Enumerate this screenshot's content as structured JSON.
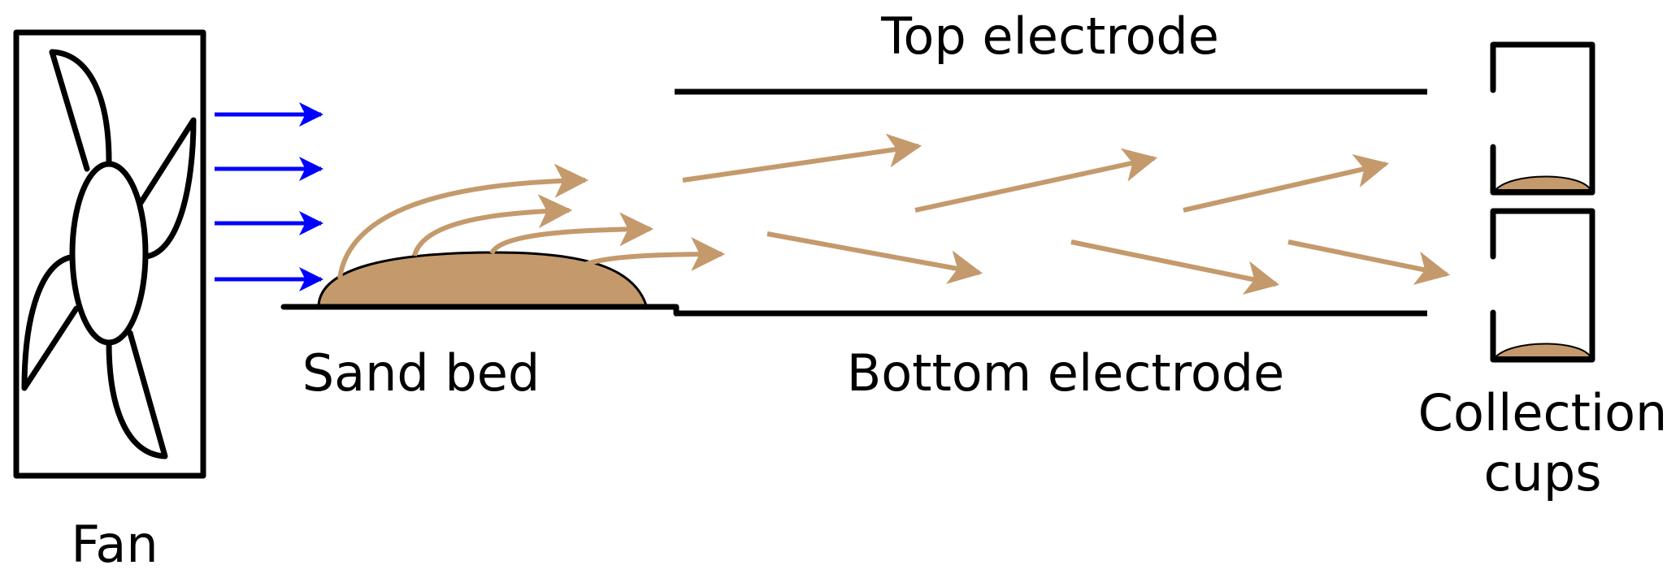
{
  "labels": {
    "fan": "Fan",
    "sand_bed": "Sand bed",
    "top_electrode": "Top electrode",
    "bottom_electrode": "Bottom electrode",
    "collection_cups_line1": "Collection",
    "collection_cups_line2": "cups"
  },
  "colors": {
    "air_flow": "#0000ff",
    "sand": "#c49a6c",
    "outline": "#000000"
  }
}
